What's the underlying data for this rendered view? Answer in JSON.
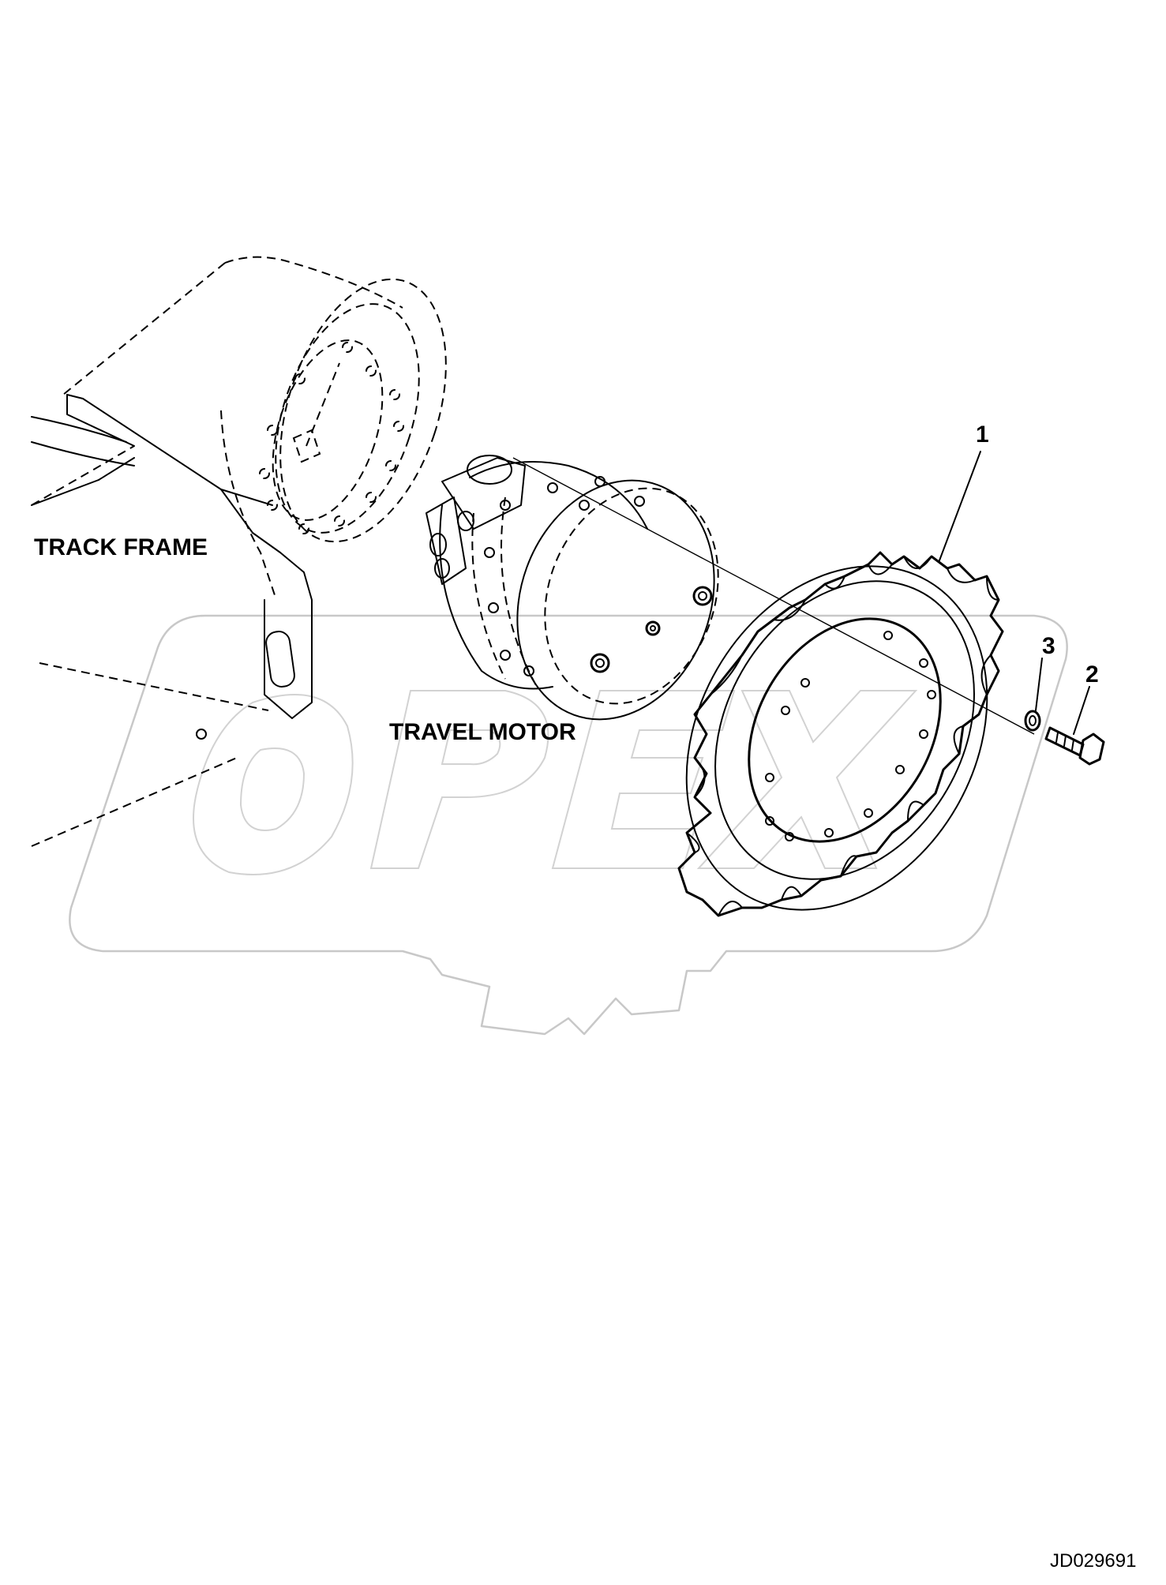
{
  "labels": {
    "track_frame": "TRACK FRAME",
    "travel_motor": "TRAVEL MOTOR"
  },
  "callouts": [
    {
      "id": "sprocket",
      "number": "1"
    },
    {
      "id": "bolt",
      "number": "2"
    },
    {
      "id": "washer",
      "number": "3"
    }
  ],
  "drawing_code": "JD029691",
  "watermark": {
    "text": "OPEX"
  },
  "colors": {
    "line": "#000000",
    "watermark": "#c8c8c8",
    "background": "#ffffff"
  }
}
